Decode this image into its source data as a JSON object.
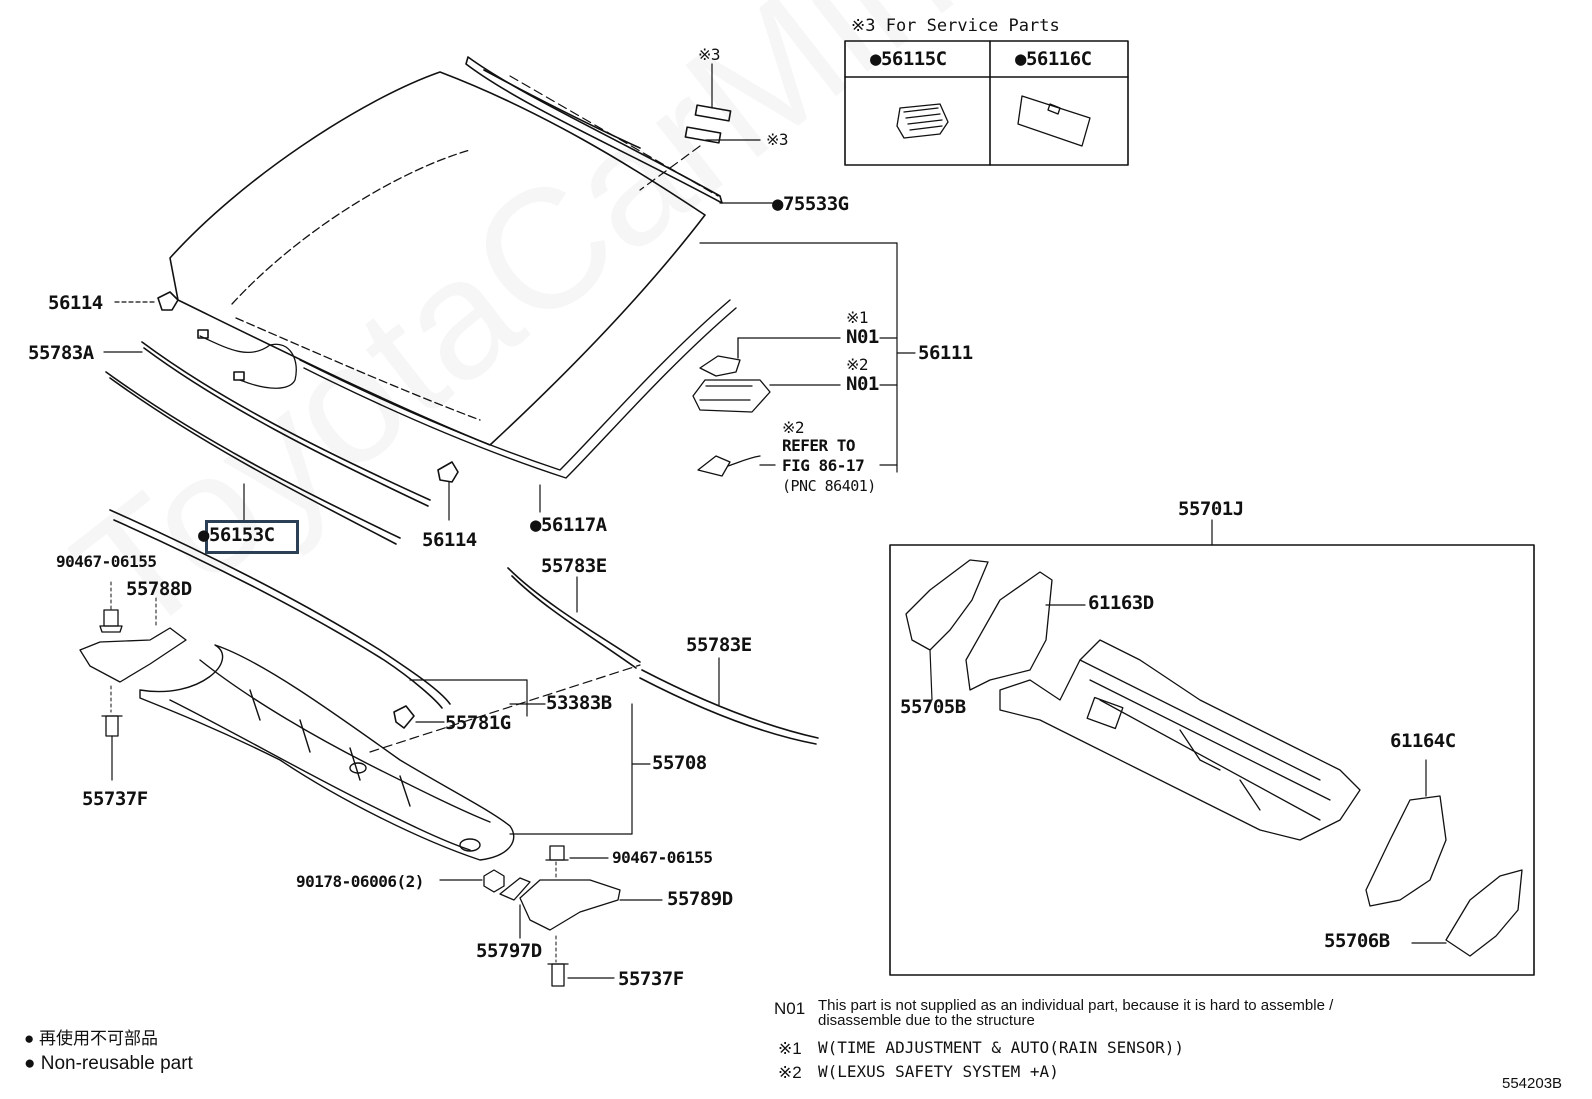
{
  "watermark": "ToyotaCarMine.ru",
  "service_parts": {
    "title": "※3 For Service Parts",
    "cols": [
      "●56115C",
      "●56116C"
    ]
  },
  "labels": {
    "mark3_top": "※3",
    "mark3_mid": "※3",
    "p75533G": "●75533G",
    "p56111": "56111",
    "n01_1_mark": "※1",
    "n01_1": "N01",
    "n01_2_mark": "※2",
    "n01_2": "N01",
    "refer_mark": "※2",
    "refer_1": "REFER TO",
    "refer_2": "FIG 86-17",
    "refer_3": "(PNC 86401)",
    "p56114_top": "56114",
    "p55783A": "55783A",
    "p56153C": "●56153C",
    "p56114_bot": "56114",
    "p56117A": "●56117A",
    "p90467_l": "90467-06155",
    "p55788D": "55788D",
    "p55783E_1": "55783E",
    "p55783E_2": "55783E",
    "p53383B": "53383B",
    "p55781G": "55781G",
    "p55708": "55708",
    "p55737F_l": "55737F",
    "p90467_r": "90467-06155",
    "p90178": "90178-06006(2)",
    "p55789D": "55789D",
    "p55797D": "55797D",
    "p55737F_r": "55737F",
    "p55701J": "55701J",
    "p61163D": "61163D",
    "p55705B": "55705B",
    "p61164C": "61164C",
    "p55706B": "55706B"
  },
  "legend": {
    "jp": "● 再使用不可部品",
    "en": "● Non-reusable part"
  },
  "notes": {
    "n01_code": "N01",
    "n01_text_1": "This part is not supplied as an individual part, because it is hard to assemble /",
    "n01_text_2": "disassemble due to the structure",
    "m1_code": "※1",
    "m1_text": "W(TIME ADJUSTMENT & AUTO(RAIN SENSOR))",
    "m2_code": "※2",
    "m2_text": "W(LEXUS SAFETY SYSTEM +A)"
  },
  "figure_id": "554203B"
}
